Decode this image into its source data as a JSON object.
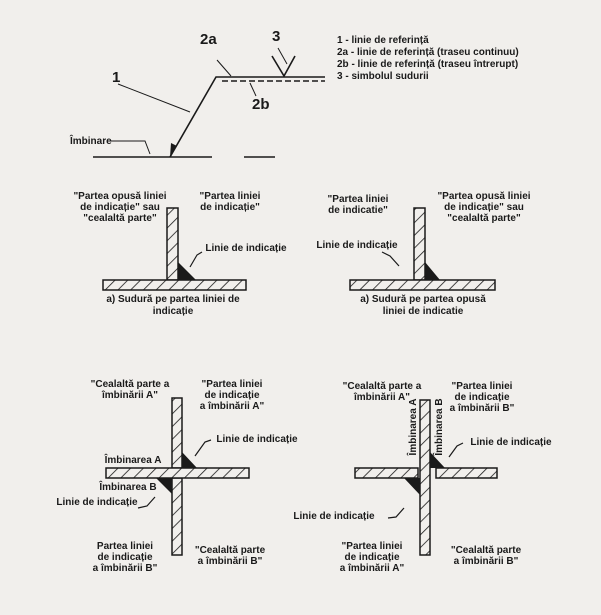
{
  "top": {
    "label_1": "1",
    "label_2a": "2a",
    "label_2b": "2b",
    "label_3": "3",
    "joint": "Îmbinare",
    "legend": [
      "1 - linie de referință",
      "2a - linie de referință (traseu continuu)",
      "2b - linie de referință (traseu întrerupt)",
      "3 - simbolul sudurii"
    ]
  },
  "fig_a_left": {
    "other_side": [
      "\"Partea opusă liniei",
      "de indicație\" sau",
      "\"cealaltă parte\""
    ],
    "arrow_side": [
      "\"Partea liniei",
      "de indicație\""
    ],
    "arrow_line": "Linie de indicație",
    "caption": [
      "a) Sudură pe partea liniei de",
      "indicație"
    ]
  },
  "fig_a_right": {
    "arrow_side": [
      "\"Partea liniei",
      "de indicatie\""
    ],
    "other_side": [
      "\"Partea opusă liniei",
      "de indicație\" sau",
      "\"cealaltă parte\""
    ],
    "arrow_line": "Linie de indicație",
    "caption": [
      "a) Sudură pe partea opusă",
      "liniei de indicatie"
    ]
  },
  "fig_b_left": {
    "other_side_a": [
      "\"Cealaltă parte a",
      "îmbinării A\""
    ],
    "arrow_side_a": [
      "\"Partea liniei",
      "de indicație",
      "a îmbinării A\""
    ],
    "arrow_line_a": "Linie de indicație",
    "joint_a": "Îmbinarea A",
    "joint_b": "Îmbinarea B",
    "arrow_line_b": "Linie de indicație",
    "arrow_side_b": [
      "Partea liniei",
      "de indicație",
      "a îmbinării B\""
    ],
    "other_side_b": [
      "\"Cealaltă parte",
      "a îmbinării B\""
    ]
  },
  "fig_b_right": {
    "other_side_a": [
      "\"Cealaltă parte a",
      "îmbinării A\""
    ],
    "arrow_side_b": [
      "\"Partea liniei",
      "de indicație",
      "a îmbinării B\""
    ],
    "joint_a": "Îmbinarea A",
    "joint_b": "Îmbinarea B",
    "arrow_line_top": "Linie de indicație",
    "arrow_line_bottom": "Linie de indicație",
    "arrow_side_a": [
      "\"Partea liniei",
      "de indicație",
      "a îmbinării A\""
    ],
    "other_side_b": [
      "\"Cealaltă parte",
      "a îmbinării B\""
    ]
  }
}
